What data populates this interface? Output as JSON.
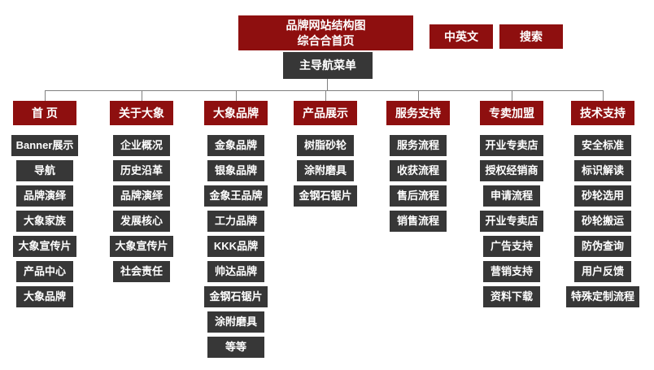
{
  "header": {
    "title_line1": "品牌网站结构图",
    "title_line2": "综合合首页",
    "lang_label": "中英文",
    "search_label": "搜索",
    "main_nav_label": "主导航菜单"
  },
  "colors": {
    "accent_red": "#8e0f0f",
    "node_dark": "#373737",
    "connector_gray": "#808080",
    "text": "#ffffff"
  },
  "columns": [
    {
      "header": "首 页",
      "items": [
        "Banner展示",
        "导航",
        "品牌演绎",
        "大象家族",
        "大象宣传片",
        "产品中心",
        "大象品牌"
      ]
    },
    {
      "header": "关于大象",
      "items": [
        "企业概况",
        "历史沿革",
        "品牌演绎",
        "发展核心",
        "大象宣传片",
        "社会责任"
      ]
    },
    {
      "header": "大象品牌",
      "items": [
        "金象品牌",
        "银象品牌",
        "金象王品牌",
        "工力品牌",
        "KKK品牌",
        "帅达品牌",
        "金钢石锯片",
        "涂附磨具",
        "等等"
      ]
    },
    {
      "header": "产品展示",
      "items": [
        "树脂砂轮",
        "涂附磨具",
        "金钢石锯片"
      ]
    },
    {
      "header": "服务支持",
      "items": [
        "服务流程",
        "收获流程",
        "售后流程",
        "销售流程"
      ]
    },
    {
      "header": "专卖加盟",
      "items": [
        "开业专卖店",
        "授权经销商",
        "申请流程",
        "开业专卖店",
        "广告支持",
        "营销支持",
        "资料下载"
      ]
    },
    {
      "header": "技术支持",
      "items": [
        "安全标准",
        "标识解读",
        "砂轮选用",
        "砂轮搬运",
        "防伪查询",
        "用户反馈",
        "特殊定制流程"
      ]
    }
  ]
}
